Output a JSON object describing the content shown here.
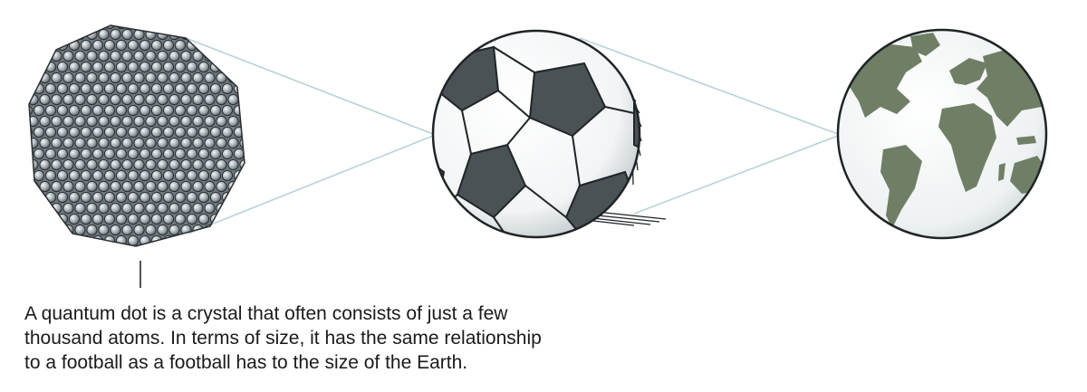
{
  "caption": {
    "lines": [
      "A quantum dot is a crystal that often consists of just a few",
      "thousand atoms. In terms of size, it has the same relationship",
      "to a football as a football has to the size of the Earth."
    ]
  },
  "illustrations": {
    "quantum_dot": "quantum-dot-crystal-icon",
    "football": "football-icon",
    "earth": "earth-globe-icon"
  },
  "colors": {
    "atom_fill": "#9aa3a8",
    "atom_stroke": "#2a2e31",
    "crystal_body": "#6e7a80",
    "ball_patch": "#4a5256",
    "land": "#6f7f66",
    "ocean": "#e9eeee",
    "connector": "#b9d1dc"
  }
}
